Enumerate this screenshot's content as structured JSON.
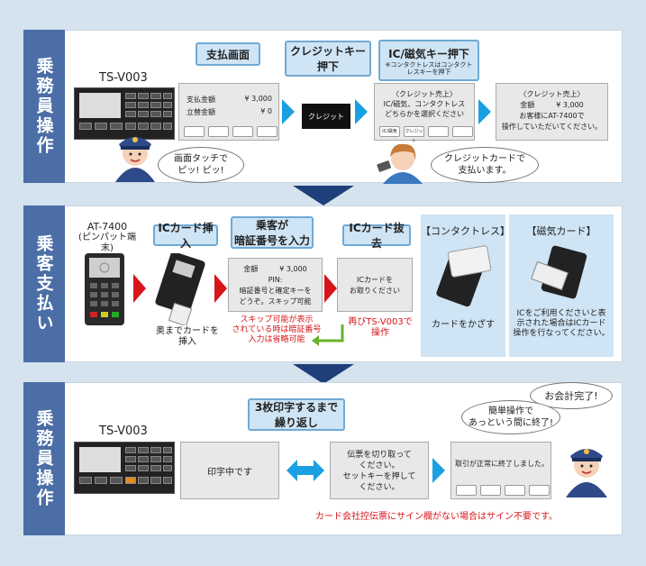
{
  "sec1": {
    "side": "乗務員操作",
    "device": "TS-V003",
    "step1": "支払画面",
    "step2": [
      "クレジットキー",
      "押下"
    ],
    "step3": "IC/磁気キー押下",
    "step3_note": [
      "※コンタクトレスはコンタクト",
      "レスキーを押下"
    ],
    "screen1_rows": [
      [
        "支払金額",
        "¥ 3,000"
      ],
      [
        "立替金額",
        "¥ 0"
      ]
    ],
    "screen2": "クレジット",
    "screen3": [
      "〈クレジット売上〉",
      "IC/磁気、コンタクトレス",
      "どちらかを選択ください"
    ],
    "screen3_btns": [
      "IC/磁気",
      "クレジット"
    ],
    "screen4": [
      "〈クレジット売上〉",
      "金額　　　¥ 3,000",
      "お客様にAT-7400で",
      "操作していただいてください。"
    ],
    "bubble_driver": [
      "画面タッチで",
      "ピッ! ピッ!"
    ],
    "bubble_customer": [
      "クレジットカードで",
      "支払います。"
    ]
  },
  "sec2": {
    "side": "乗客支払い",
    "device": [
      "AT-7400",
      "(ピンパット端末)"
    ],
    "step1": "ICカード挿入",
    "step2": [
      "乗客が",
      "暗証番号を入力"
    ],
    "step3": "ICカード抜去",
    "insert_caption": [
      "奥までカードを",
      "挿入"
    ],
    "pin_screen": [
      "金額　　　¥ 3,000",
      "PIN:",
      "暗証番号と確定キーを",
      "どうぞ。スキップ可能"
    ],
    "pin_note": [
      "スキップ可能が表示",
      "されている時は暗証番号",
      "入力は省略可能"
    ],
    "remove_screen": [
      "ICカードを",
      "お取りください"
    ],
    "back_note": [
      "再びTS-V003で",
      "操作"
    ],
    "contactless_title": "【コンタクトレス】",
    "contactless_caption": "カードをかざす",
    "magnetic_title": "【磁気カード】",
    "magnetic_caption": [
      "ICをご利用くださいと表",
      "示された場合はICカード",
      "操作を行なってください。"
    ]
  },
  "sec3": {
    "side": "乗務員操作",
    "device": "TS-V003",
    "repeat": [
      "3枚印字するまで",
      "繰り返し"
    ],
    "printing": "印字中です",
    "tear_screen": [
      "伝票を切り取って",
      "ください。",
      "セットキーを押して",
      "ください。"
    ],
    "done_screen": "取引が正常に終了しました。",
    "bubble1": "お会計完了!",
    "bubble2": [
      "簡単操作で",
      "あっという間に終了!"
    ],
    "footnote": "カード会社控伝票にサイン欄がない場合はサイン不要です。"
  }
}
